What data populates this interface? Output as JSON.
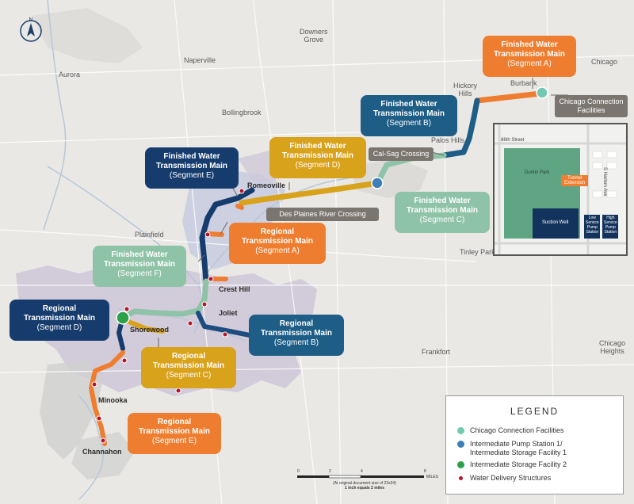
{
  "towns": {
    "downers_grove": "Downers\nGrove",
    "naperville": "Naperville",
    "aurora": "Aurora",
    "bollingbrook": "Bollingbrook",
    "hickory_hills": "Hickory\nHills",
    "palos_hills": "Palos Hills",
    "burbank": "Burbank",
    "chicago": "Chicago",
    "romeoville": "Romeoville",
    "plainfield": "Plainfield",
    "crest_hill": "Crest Hill",
    "joliet": "Joliet",
    "shorewood": "Shorewood",
    "tinley_park": "Tinley Park",
    "frankfort": "Frankfort",
    "chicago_heights": "Chicago\nHeights",
    "minooka": "Minooka",
    "channahon": "Channahon"
  },
  "callouts": {
    "fw_a": {
      "l1": "Finished Water",
      "l2": "Transmission Main",
      "l3": "(Segment A)"
    },
    "fw_b": {
      "l1": "Finished Water",
      "l2": "Transmission Main",
      "l3": "(Segment B)"
    },
    "fw_c": {
      "l1": "Finished Water",
      "l2": "Transmission Main",
      "l3": "(Segment C)"
    },
    "fw_d": {
      "l1": "Finished Water",
      "l2": "Transmission Main",
      "l3": "(Segment D)"
    },
    "fw_e": {
      "l1": "Finished Water",
      "l2": "Transmission Main",
      "l3": "(Segment E)"
    },
    "fw_f": {
      "l1": "Finished Water",
      "l2": "Transmission Main",
      "l3": "(Segment F)"
    },
    "rt_a": {
      "l1": "Regional",
      "l2": "Transmission Main",
      "l3": "(Segment A)"
    },
    "rt_b": {
      "l1": "Regional",
      "l2": "Transmission Main",
      "l3": "(Segment B)"
    },
    "rt_c": {
      "l1": "Regional",
      "l2": "Transmission Main",
      "l3": "(Segment C)"
    },
    "rt_d": {
      "l1": "Regional",
      "l2": "Transmission Main",
      "l3": "(Segment D)"
    },
    "rt_e": {
      "l1": "Regional",
      "l2": "Transmission Main",
      "l3": "(Segment E)"
    }
  },
  "tags": {
    "chicago_connection": "Chicago Connection\nFacilities",
    "cal_sag": "Cal-Sag Crossing",
    "des_plaines": "Des Plaines River Crossing"
  },
  "inset": {
    "street": "86th Street",
    "avenue": "S Harlem Ave",
    "park": "Durkin Park",
    "tunnel": "Tunnel\nExtension",
    "suction": "Suction Well",
    "low": "Low\nService\nPump\nStation",
    "high": "High\nService\nPump\nStation"
  },
  "legend": {
    "title": "LEGEND",
    "items": [
      {
        "label": "Chicago Connection Facilities",
        "color": "#72c9b2"
      },
      {
        "label": "Intermediate Pump Station 1/\nIntermediate Storage Facility 1",
        "color": "#3d7fb6"
      },
      {
        "label": "Intermediate Storage Facility 2",
        "color": "#2da04a"
      },
      {
        "label": "Water Delivery Structures",
        "color": "#b1162a"
      }
    ]
  },
  "scale": {
    "ticks": [
      "0",
      "2",
      "4",
      "8"
    ],
    "unit": "MILES",
    "note1": "(At original document size of 22x34)",
    "note2": "1 inch equals 2 miles"
  },
  "north": "N",
  "colors": {
    "orange": "#ef7d2f",
    "navy": "#163c6e",
    "teal_blue": "#1d5d86",
    "gold": "#d9a21b",
    "sage": "#7fb59a",
    "teal_light": "#72c9b2",
    "blue": "#3d7fb6",
    "green": "#2da04a",
    "red": "#b1162a",
    "grey_tag": "#7b756f"
  }
}
